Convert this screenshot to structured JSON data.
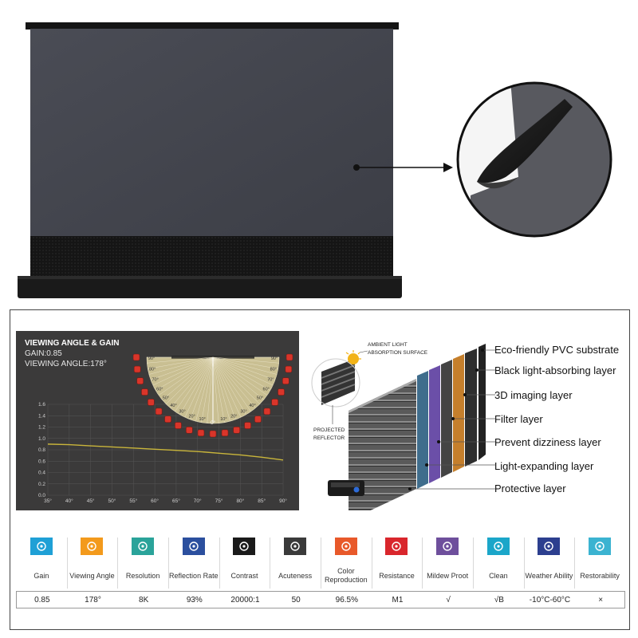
{
  "chart": {
    "title": "VIEWING ANGLE & GAIN",
    "gain_text": "GAIN:0.85",
    "angle_text": "VIEWING ANGLE:178°",
    "y_ticks": [
      "1.6",
      "1.4",
      "1.2",
      "1.0",
      "0.8",
      "0.6",
      "0.4",
      "0.2",
      "0.0"
    ],
    "x_ticks": [
      "35°",
      "40°",
      "45°",
      "50°",
      "55°",
      "60°",
      "65°",
      "70°",
      "75°",
      "80°",
      "85°",
      "90°"
    ],
    "fan_left_angles": [
      "90°",
      "80°",
      "70°",
      "60°",
      "50°",
      "40°",
      "30°",
      "20°",
      "10°"
    ],
    "fan_right_angles": [
      "90°",
      "80°",
      "70°",
      "60°",
      "50°",
      "40°",
      "30°",
      "20°",
      "10°"
    ],
    "fan_center": "0°"
  },
  "chart_data": {
    "type": "line",
    "title": "VIEWING ANGLE & GAIN",
    "x": [
      35,
      40,
      45,
      50,
      55,
      60,
      65,
      70,
      75,
      80,
      85,
      90
    ],
    "series": [
      {
        "values": [
          0.9,
          0.89,
          0.87,
          0.85,
          0.83,
          0.81,
          0.79,
          0.77,
          0.74,
          0.71,
          0.67,
          0.62
        ]
      }
    ],
    "ylim": [
      0,
      1.6
    ],
    "xlim": [
      35,
      90
    ],
    "grid": true,
    "line_color": "#c9b53b"
  },
  "diagram": {
    "ambient_label_1": "AMBIENT LIGHT",
    "ambient_label_2": "ABSORPTION SURFACE",
    "projected_label_1": "PROJECTED",
    "projected_label_2": "REFLECTOR",
    "layers": [
      "Eco-friendly PVC substrate",
      "Black light-absorbing layer",
      "3D imaging layer",
      "Filter layer",
      "Prevent dizziness layer",
      "Light-expanding layer",
      "Protective layer"
    ]
  },
  "specs": [
    {
      "label": "Gain",
      "value": "0.85",
      "icon": "gain-icon",
      "color": "#1fa0d6"
    },
    {
      "label": "Viewing Angle",
      "value": "178°",
      "icon": "viewing-angle-icon",
      "color": "#f39a1c"
    },
    {
      "label": "Resolution",
      "value": "8K",
      "icon": "resolution-icon",
      "color": "#2aa39a"
    },
    {
      "label": "Reflection Rate",
      "value": "93%",
      "icon": "reflection-rate-icon",
      "color": "#2b4f9e"
    },
    {
      "label": "Contrast",
      "value": "20000:1",
      "icon": "contrast-icon",
      "color": "#1a1a1a"
    },
    {
      "label": "Acuteness",
      "value": "50",
      "icon": "acuteness-icon",
      "color": "#3a3a3a"
    },
    {
      "label": "Color Reproduction",
      "value": "96.5%",
      "icon": "color-reproduction-icon",
      "color": "#e8592a"
    },
    {
      "label": "Resistance",
      "value": "M1",
      "icon": "fire-resistance-icon",
      "color": "#d9262c"
    },
    {
      "label": "Mildew Proot",
      "value": "√",
      "icon": "mildew-proof-icon",
      "color": "#6e4f9c"
    },
    {
      "label": "Clean",
      "value": "√B",
      "icon": "clean-icon",
      "color": "#1ba6c9"
    },
    {
      "label": "Weather Ability",
      "value": "-10°C-60°C",
      "icon": "thermometer-icon",
      "color": "#2c3f8f"
    },
    {
      "label": "Restorability",
      "value": "×",
      "icon": "restorability-icon",
      "color": "#3bb3d1"
    }
  ]
}
